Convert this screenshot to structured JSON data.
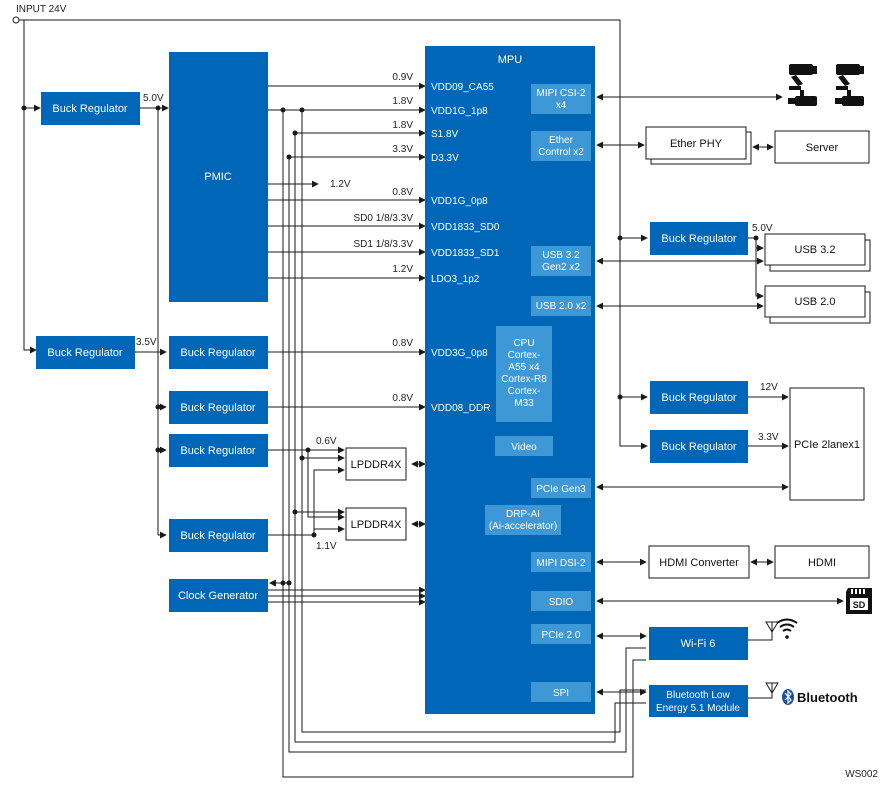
{
  "input_label": "INPUT 24V",
  "footer_code": "WS002",
  "mpu": {
    "title": "MPU",
    "pins": [
      "VDD09_CA55",
      "VDD1G_1p8",
      "S1.8V",
      "D3.3V",
      "VDD1G_0p8",
      "VDD1833_SD0",
      "VDD1833_SD1",
      "LDO3_1p2",
      "VDD3G_0p8",
      "VDD08_DDR"
    ],
    "blocks": {
      "mipi_csi": [
        "MIPI CSI-2",
        "x4"
      ],
      "ether": [
        "Ether",
        "Control x2"
      ],
      "usb32": [
        "USB 3.2",
        "Gen2 x2"
      ],
      "usb20": "USB 2.0 x2",
      "cpu": [
        "CPU",
        "Cortex-",
        "A55 x4",
        "Cortex-R8",
        "Cortex-",
        "M33"
      ],
      "video": "Video",
      "pcie_gen3": "PCIe Gen3",
      "drp": [
        "DRP-AI",
        "(Ai-accelerator)"
      ],
      "mipi_dsi": "MIPI DSI-2",
      "sdio": "SDIO",
      "pcie20": "PCIe 2.0",
      "spi": "SPI"
    }
  },
  "pmic": "PMIC",
  "pmic_aux": "1.2V",
  "buck_label": "Buck Regulator",
  "clock_gen": "Clock Generator",
  "lpddr": "LPDDR4X",
  "rail_labels": {
    "v50_a": "5.0V",
    "v35": "3.5V",
    "v06": "0.6V",
    "v11": "1.1V",
    "v50_b": "5.0V",
    "v12": "12V",
    "v33": "3.3V"
  },
  "pin_voltages": [
    "0.9V",
    "1.8V",
    "1.8V",
    "3.3V",
    "0.8V",
    "SD0 1/8/3.3V",
    "SD1 1/8/3.3V",
    "1.2V",
    "0.8V",
    "0.8V"
  ],
  "peripherals": {
    "ether_phy": "Ether PHY",
    "server": "Server",
    "usb32": "USB 3.2",
    "usb20": "USB 2.0",
    "pcie": "PCIe 2lanex1",
    "hdmi_conv": "HDMI Converter",
    "hdmi": "HDMI",
    "wifi": "Wi-Fi 6",
    "ble": [
      "Bluetooth Low",
      "Energy 5.1 Module"
    ],
    "bt_brand": "Bluetooth",
    "sd_badge": "SD"
  },
  "colors": {
    "blue": "#0067b8",
    "light_blue": "#3f98d6",
    "wire": "#1a1a1a"
  }
}
